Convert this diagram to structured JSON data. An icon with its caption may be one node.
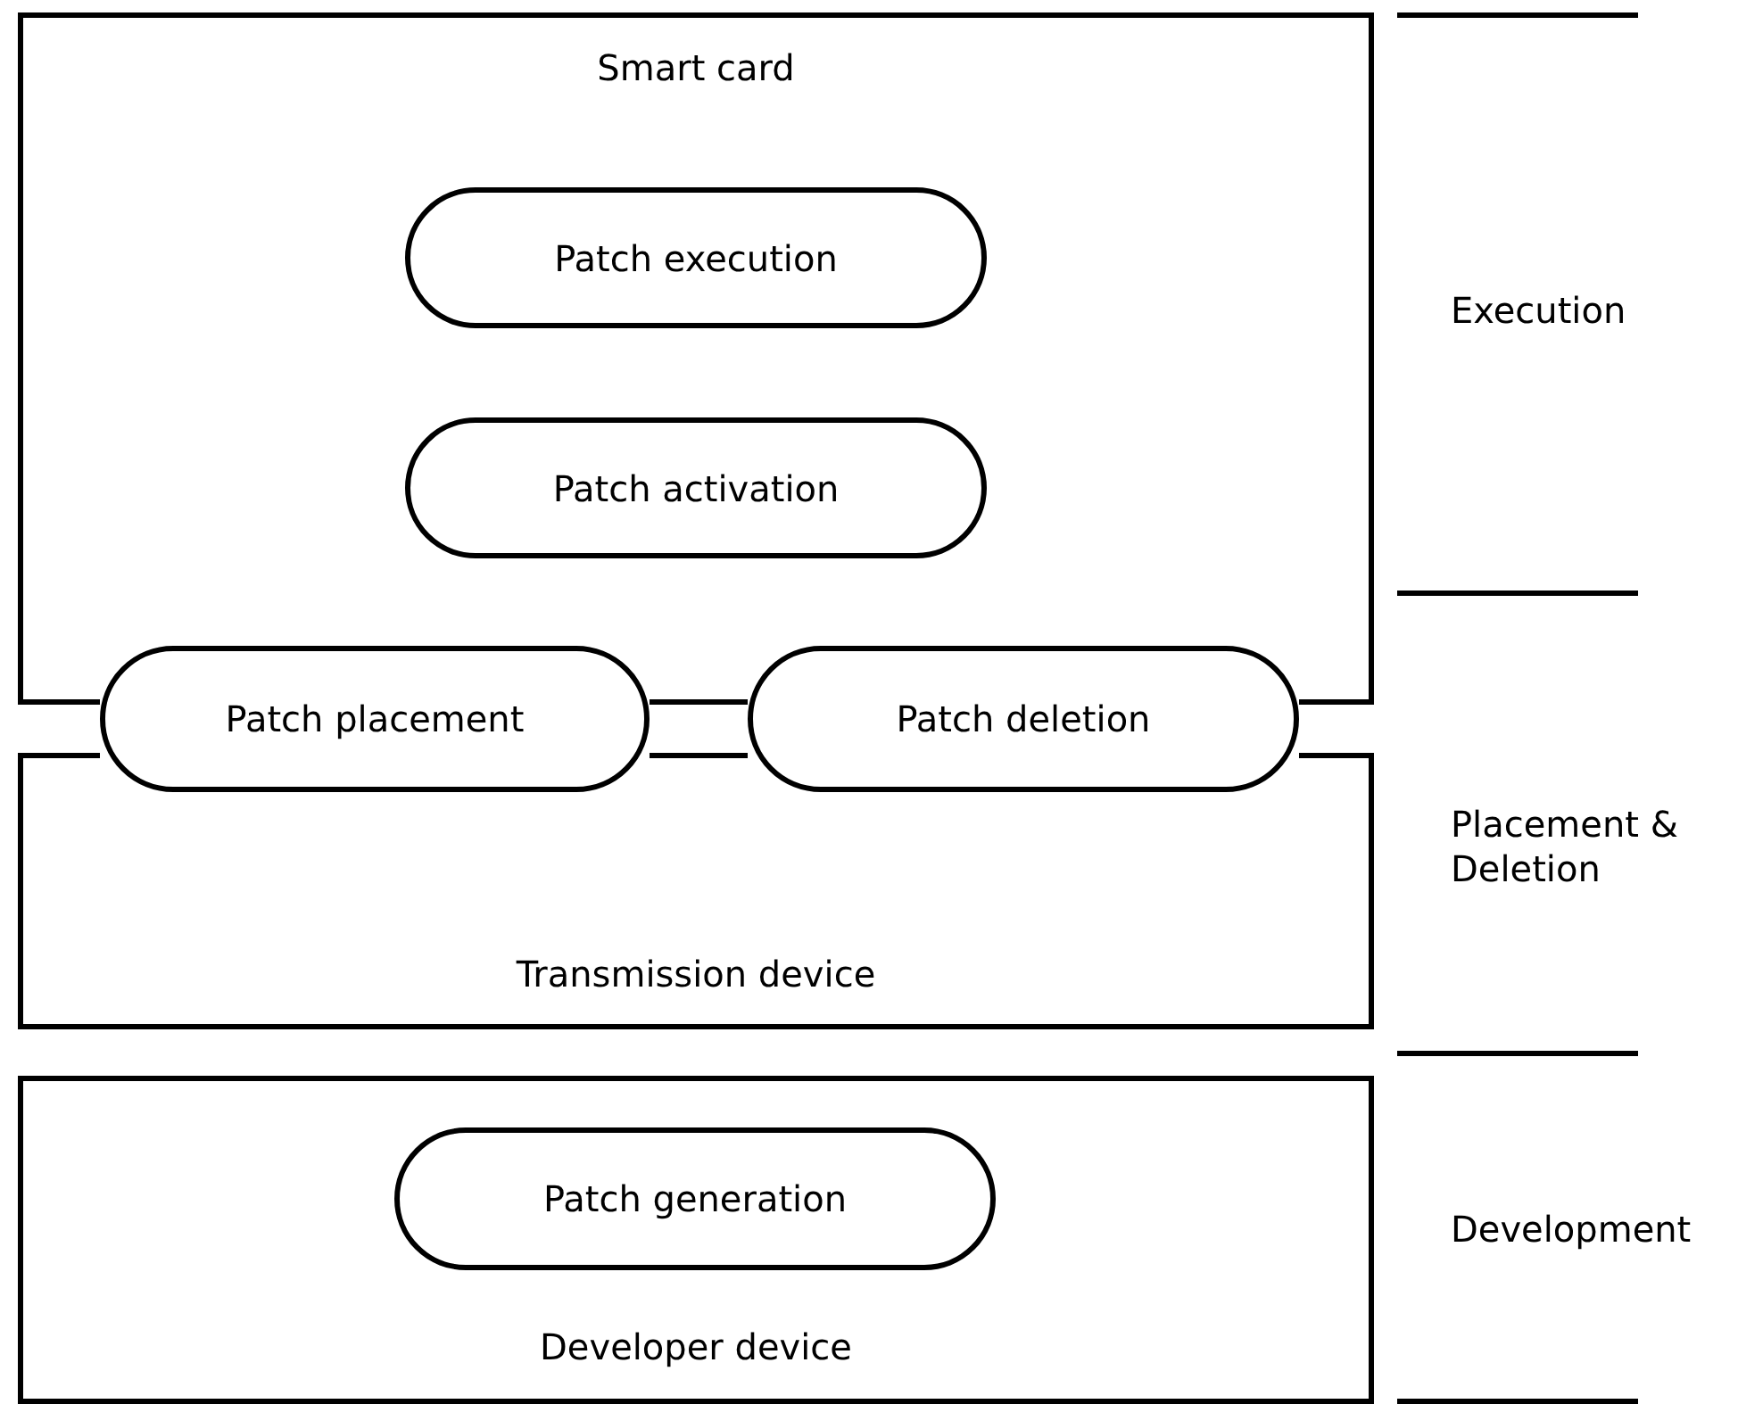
{
  "diagram": {
    "nodes": [
      {
        "text": [
          "Smart card"
        ]
      },
      {
        "text": [
          "Patch execution"
        ],
        "in": 0
      },
      {
        "text": [
          "Patch activation"
        ],
        "in": 0
      },
      {
        "text": [
          "Patch placement"
        ]
      },
      {
        "text": [
          "Patch deletion"
        ]
      },
      {
        "text": [
          "Transmission device"
        ]
      },
      {
        "text": [
          "Developer device"
        ]
      },
      {
        "text": [
          "Patch generation"
        ],
        "in": 6
      }
    ],
    "labels": [
      "Execution",
      "Placement & Deletion",
      "Development"
    ]
  }
}
